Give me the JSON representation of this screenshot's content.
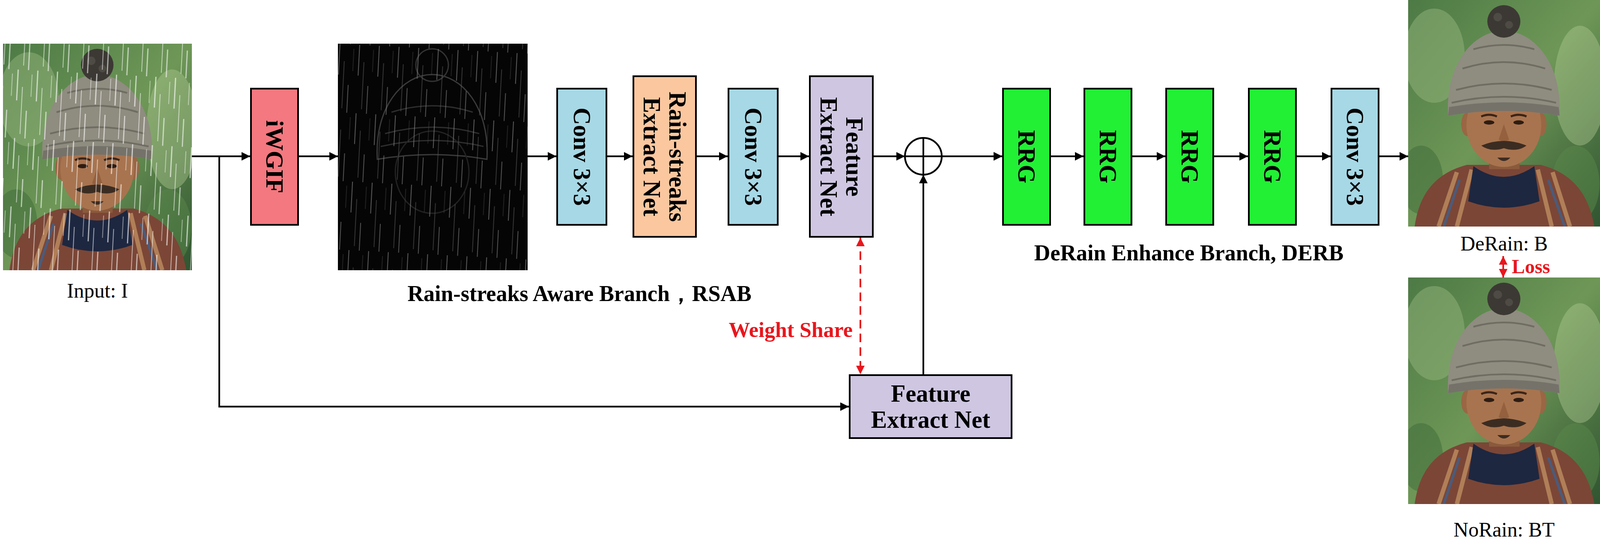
{
  "diagram": {
    "nodes": [
      {
        "text": [
          "Input: I"
        ]
      },
      {
        "text": [
          "iWGIF"
        ]
      },
      {
        "text": [
          "Conv 3×3"
        ]
      },
      {
        "text": [
          "Rain-streaks Extract Net"
        ]
      },
      {
        "text": [
          "Conv 3×3"
        ]
      },
      {
        "text": [
          "Feature Extract Net"
        ]
      },
      {
        "text": [
          "RRG"
        ]
      },
      {
        "text": [
          "RRG"
        ]
      },
      {
        "text": [
          "RRG"
        ]
      },
      {
        "text": [
          "RRG"
        ]
      },
      {
        "text": [
          "Conv 3×3"
        ]
      },
      {
        "text": [
          "DeRain: B"
        ]
      },
      {
        "text": [
          "NoRain: BT"
        ]
      },
      {
        "text": [
          "Feature Extract Net"
        ]
      }
    ],
    "edges": [
      {
        "from": 0,
        "to": 1,
        "arrow": "to"
      },
      {
        "from": 1,
        "to": 2,
        "arrow": "to"
      },
      {
        "from": 2,
        "to": 3,
        "arrow": "to"
      },
      {
        "from": 3,
        "to": 4,
        "arrow": "to"
      },
      {
        "from": 4,
        "to": 5,
        "arrow": "to"
      },
      {
        "from": 5,
        "to": 6,
        "arrow": "to"
      },
      {
        "from": 6,
        "to": 7,
        "arrow": "to"
      },
      {
        "from": 7,
        "to": 8,
        "arrow": "to"
      },
      {
        "from": 8,
        "to": 9,
        "arrow": "to"
      },
      {
        "from": 9,
        "to": 10,
        "arrow": "to"
      },
      {
        "from": 10,
        "to": 11,
        "arrow": "to"
      },
      {
        "from": 11,
        "to": 12,
        "label": "Loss",
        "arrow": "both"
      },
      {
        "from": 0,
        "to": 13,
        "arrow": "to"
      },
      {
        "from": 13,
        "to": 6,
        "arrow": "to"
      },
      {
        "from": 5,
        "to": 13,
        "label": "Weight Share",
        "arrow": "both"
      }
    ],
    "labels": [
      "Rain-streaks Aware Branch，RSAB",
      "DeRain Enhance Branch, DERB"
    ]
  }
}
